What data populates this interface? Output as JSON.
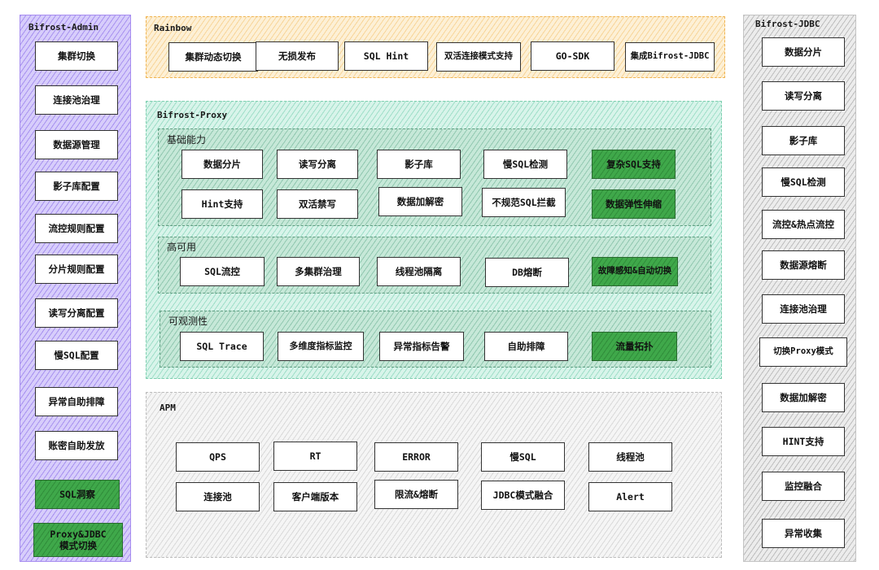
{
  "admin": {
    "title": "Bifrost-Admin",
    "items": [
      "集群切换",
      "连接池治理",
      "数据源管理",
      "影子库配置",
      "流控规则配置",
      "分片规则配置",
      "读写分离配置",
      "慢SQL配置",
      "异常自助排障",
      "账密自助发放",
      "SQL洞察",
      "Proxy&JDBC\n模式切换"
    ]
  },
  "rainbow": {
    "title": "Rainbow",
    "items": [
      "集群动态切换",
      "无损发布",
      "SQL Hint",
      "双活连接模式支持",
      "GO-SDK",
      "集成Bifrost-JDBC"
    ]
  },
  "proxy": {
    "title": "Bifrost-Proxy",
    "basic": {
      "title": "基础能力",
      "row1": [
        "数据分片",
        "读写分离",
        "影子库",
        "慢SQL检测",
        "复杂SQL支持"
      ],
      "row2": [
        "Hint支持",
        "双活禁写",
        "数据加解密",
        "不规范SQL拦截",
        "数据弹性伸缩"
      ]
    },
    "ha": {
      "title": "高可用",
      "items": [
        "SQL流控",
        "多集群治理",
        "线程池隔离",
        "DB熔断",
        "故障感知&自动切换"
      ]
    },
    "obs": {
      "title": "可观测性",
      "items": [
        "SQL Trace",
        "多维度指标监控",
        "异常指标告警",
        "自助排障",
        "流量拓扑"
      ]
    }
  },
  "apm": {
    "title": "APM",
    "row1": [
      "QPS",
      "RT",
      "ERROR",
      "慢SQL",
      "线程池"
    ],
    "row2": [
      "连接池",
      "客户端版本",
      "限流&熔断",
      "JDBC模式融合",
      "Alert"
    ]
  },
  "jdbc": {
    "title": "Bifrost-JDBC",
    "items": [
      "数据分片",
      "读写分离",
      "影子库",
      "慢SQL检测",
      "流控&热点流控",
      "数据源熔断",
      "连接池治理",
      "切换Proxy模式",
      "数据加解密",
      "HINT支持",
      "监控融合",
      "异常收集"
    ]
  },
  "colors": {
    "admin_bg": "#d7cdfb",
    "jdbc_bg": "#ececec",
    "rainbow_bg": "#fdf0d6",
    "proxy_bg": "#d8f4ea",
    "highlight_green": "#3fa84a"
  }
}
